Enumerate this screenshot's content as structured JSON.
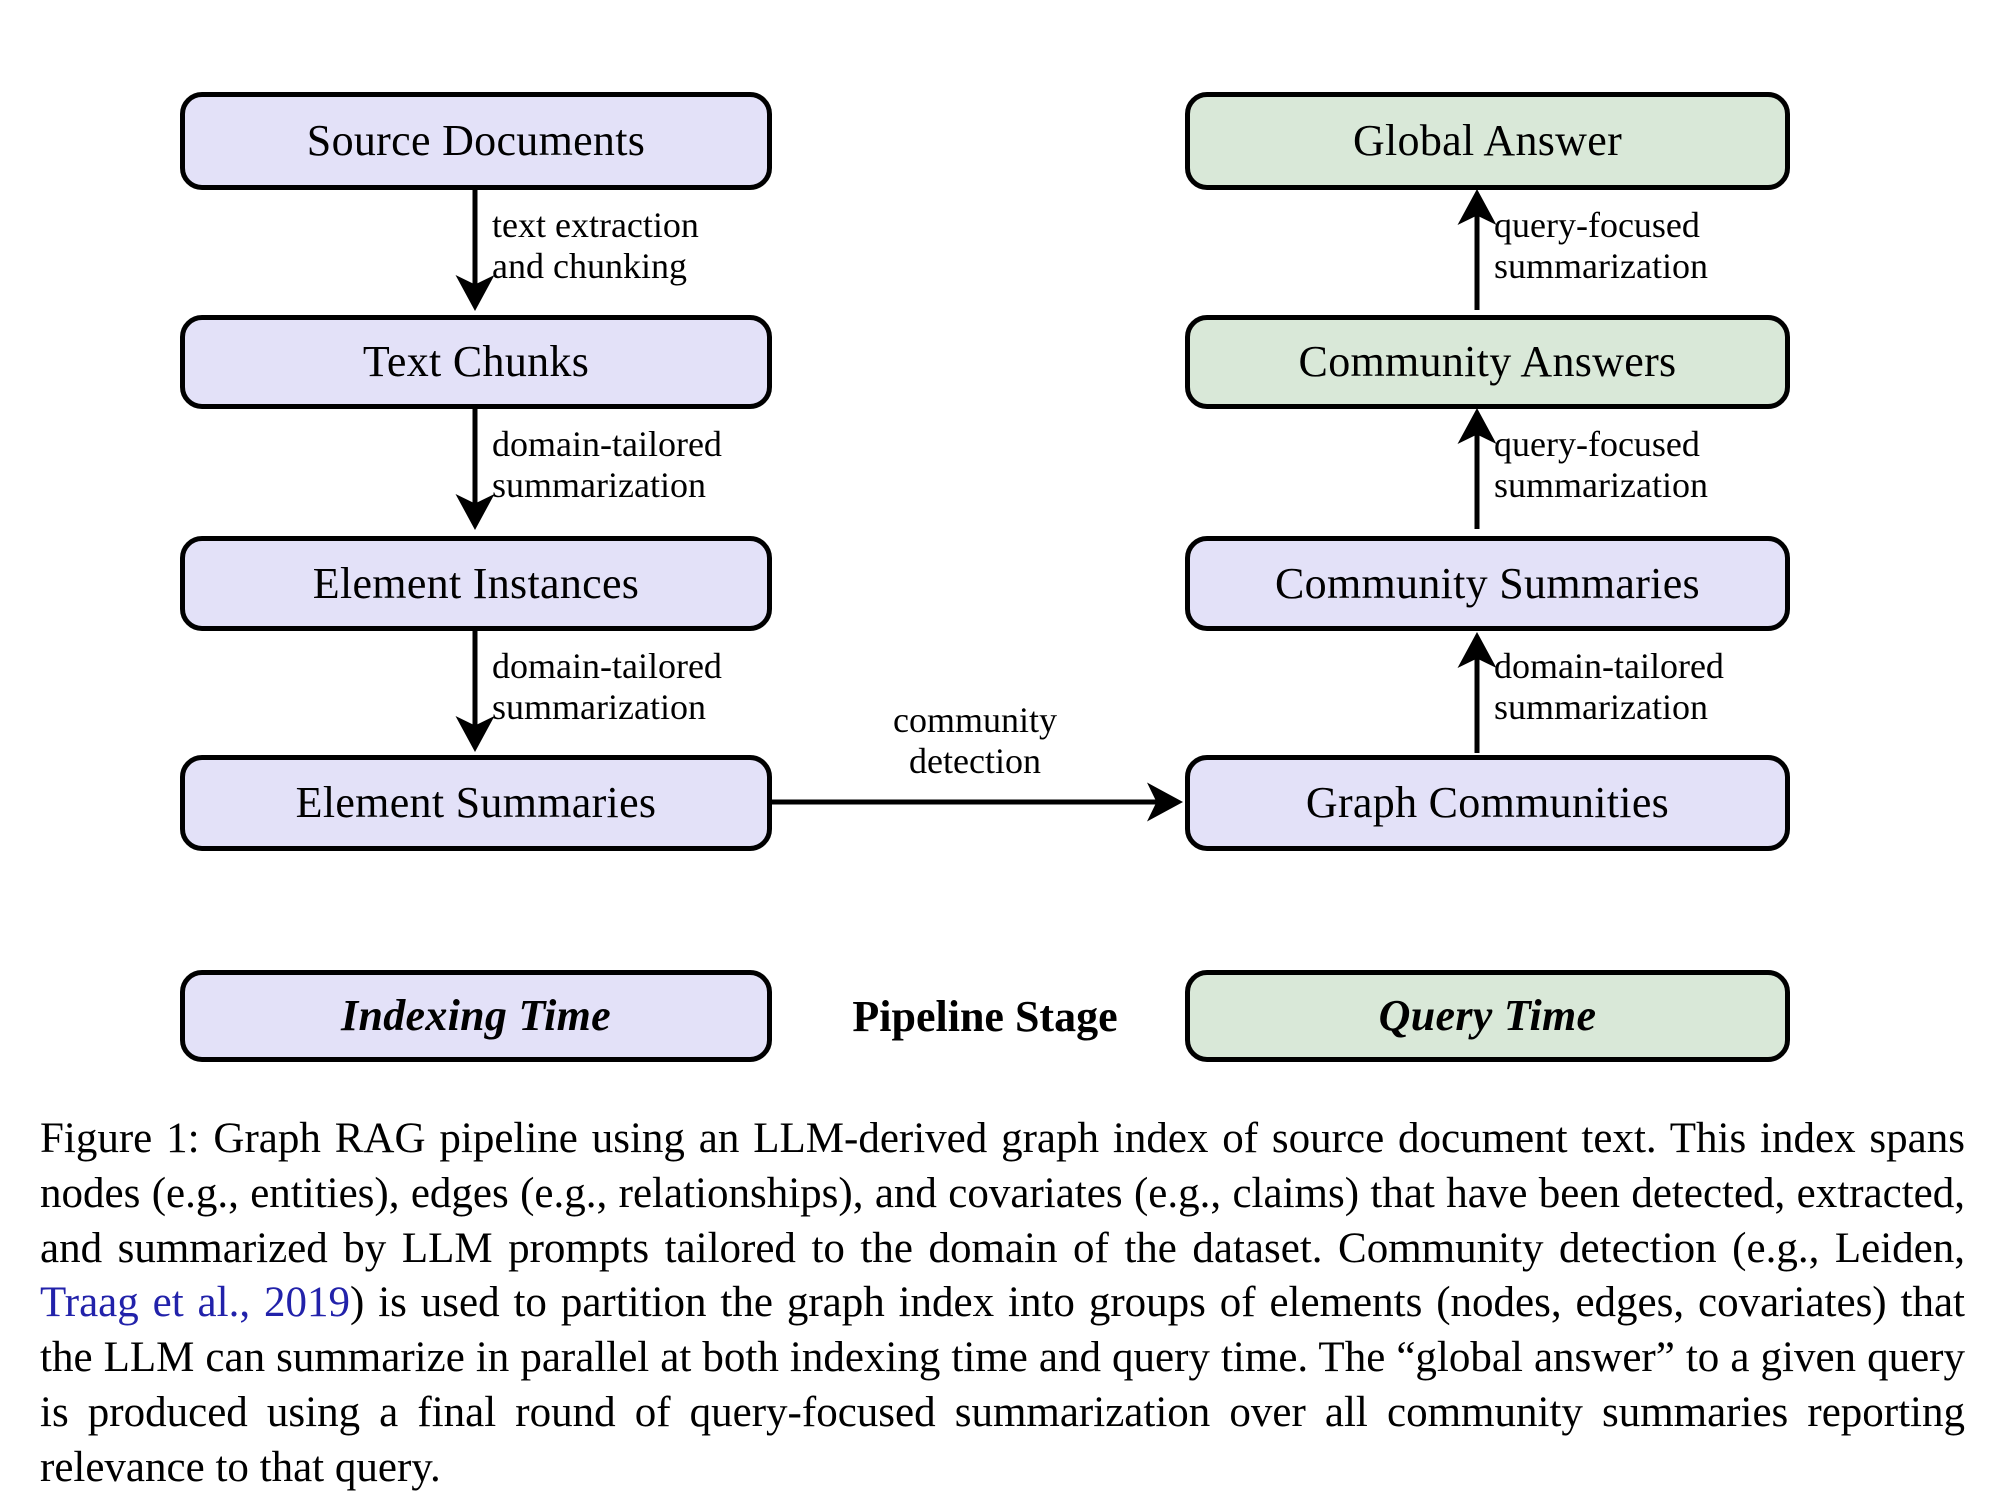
{
  "figure": {
    "nodes": [
      {
        "id": "source-documents",
        "label": "Source Documents",
        "column": "left",
        "stage": "indexing"
      },
      {
        "id": "text-chunks",
        "label": "Text Chunks",
        "column": "left",
        "stage": "indexing"
      },
      {
        "id": "element-instances",
        "label": "Element Instances",
        "column": "left",
        "stage": "indexing"
      },
      {
        "id": "element-summaries",
        "label": "Element Summaries",
        "column": "left",
        "stage": "indexing"
      },
      {
        "id": "graph-communities",
        "label": "Graph Communities",
        "column": "right",
        "stage": "indexing"
      },
      {
        "id": "community-summaries",
        "label": "Community Summaries",
        "column": "right",
        "stage": "indexing"
      },
      {
        "id": "community-answers",
        "label": "Community Answers",
        "column": "right",
        "stage": "query"
      },
      {
        "id": "global-answer",
        "label": "Global Answer",
        "column": "right",
        "stage": "query"
      }
    ],
    "edges": [
      {
        "id": "source-to-chunks",
        "from": "source-documents",
        "to": "text-chunks",
        "line1": "text extraction",
        "line2": "and chunking"
      },
      {
        "id": "chunks-to-instances",
        "from": "text-chunks",
        "to": "element-instances",
        "line1": "domain-tailored",
        "line2": "summarization"
      },
      {
        "id": "instances-to-summaries",
        "from": "element-instances",
        "to": "element-summaries",
        "line1": "domain-tailored",
        "line2": "summarization"
      },
      {
        "id": "summaries-to-communities",
        "from": "element-summaries",
        "to": "graph-communities",
        "line1": "community",
        "line2": "detection"
      },
      {
        "id": "communities-to-commsummaries",
        "from": "graph-communities",
        "to": "community-summaries",
        "line1": "domain-tailored",
        "line2": "summarization"
      },
      {
        "id": "commsummaries-to-commanswers",
        "from": "community-summaries",
        "to": "community-answers",
        "line1": "query-focused",
        "line2": "summarization"
      },
      {
        "id": "commanswers-to-global",
        "from": "community-answers",
        "to": "global-answer",
        "line1": "query-focused",
        "line2": "summarization"
      }
    ],
    "legend": {
      "indexing_label": "Indexing Time",
      "stage_label": "Pipeline Stage",
      "query_label": "Query Time"
    },
    "colors": {
      "indexing_fill": "#e3e1f8",
      "query_fill": "#d9e8d8",
      "border": "#000000",
      "citation_link": "#2222aa"
    }
  },
  "caption": {
    "prefix": "Figure 1: Graph RAG pipeline using an LLM-derived graph index of source document text. This index spans nodes (e.g., entities), edges (e.g., relationships), and covariates (e.g., claims) that have been detected, extracted, and summarized by LLM prompts tailored to the domain of the dataset. Community detection (e.g., Leiden, ",
    "citation": "Traag et al., 2019",
    "suffix": ") is used to partition the graph index into groups of elements (nodes, edges, covariates) that the LLM can summarize in parallel at both indexing time and query time. The “global answer” to a given query is produced using a final round of query-focused summarization over all community summaries reporting relevance to that query."
  }
}
